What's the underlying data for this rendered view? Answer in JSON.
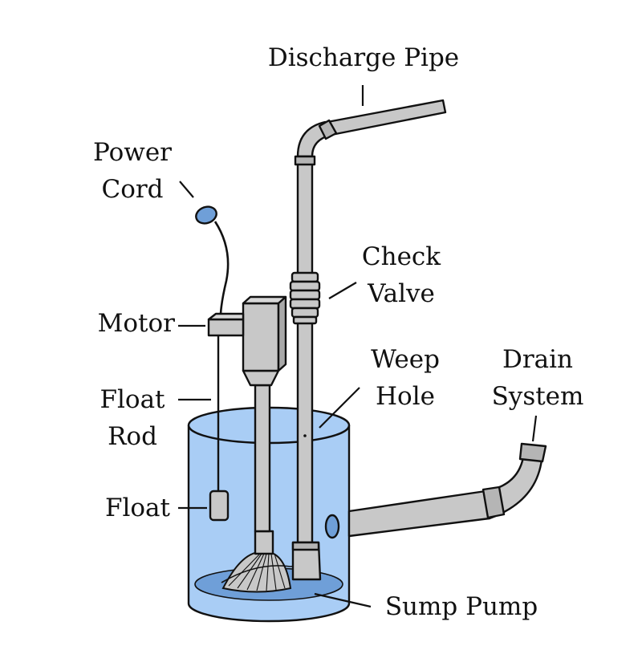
{
  "labels": {
    "discharge_pipe": "Discharge Pipe",
    "power_cord_1": "Power",
    "power_cord_2": "Cord",
    "check_valve_1": "Check",
    "check_valve_2": "Valve",
    "motor": "Motor",
    "weep_hole_1": "Weep",
    "weep_hole_2": "Hole",
    "drain_system_1": "Drain",
    "drain_system_2": "System",
    "float_rod_1": "Float",
    "float_rod_2": "Rod",
    "float": "Float",
    "sump_pump": "Sump Pump"
  },
  "colors": {
    "pipe_gray": "#bdbdbd",
    "water_blue": "#a9cdf5",
    "water_bottom": "#6f9fd8",
    "cord_plug": "#6f9fd8",
    "outline": "#111111"
  }
}
